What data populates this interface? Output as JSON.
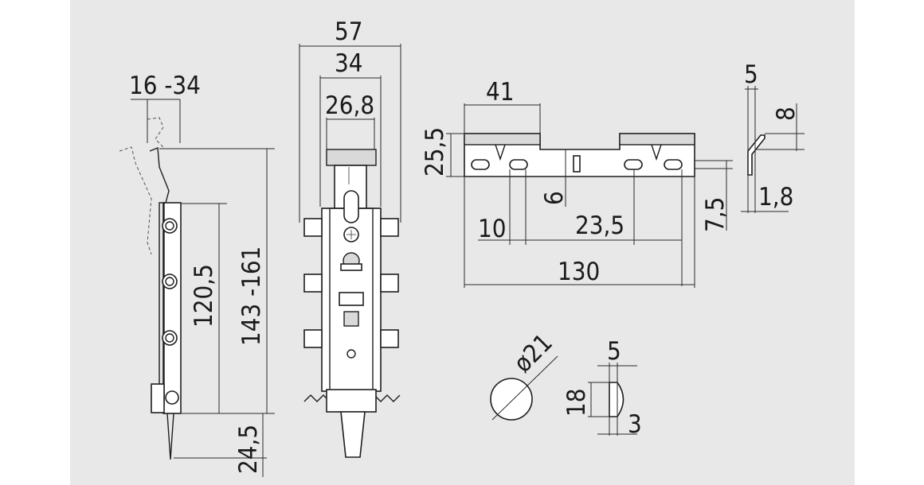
{
  "colors": {
    "background": "#ffffff",
    "panel": "#e8e8e8",
    "line": "#1e1e1e"
  },
  "side_view": {
    "width_dim": "16 -34",
    "inner_height_dim": "120,5",
    "total_height_dim": "143 -161",
    "bottom_dim": "24,5"
  },
  "front_view": {
    "outer_width_dim": "57",
    "mid_width_dim": "34",
    "inner_width_dim": "26,8"
  },
  "plate_view": {
    "slot_group_dim": "41",
    "height_dim": "25,5",
    "slot_offset_dim": "6",
    "slot_pitch_dim": "10",
    "slot_span_dim": "23,5",
    "length_dim": "130",
    "right_height_dim": "7,5"
  },
  "bracket_view": {
    "top_dim": "5",
    "side_dim": "8",
    "thickness_dim": "1,8"
  },
  "disc_view": {
    "diameter_dim": "ø21"
  },
  "pad_view": {
    "top_dim": "5",
    "height_dim": "18",
    "bottom_dim": "3"
  }
}
